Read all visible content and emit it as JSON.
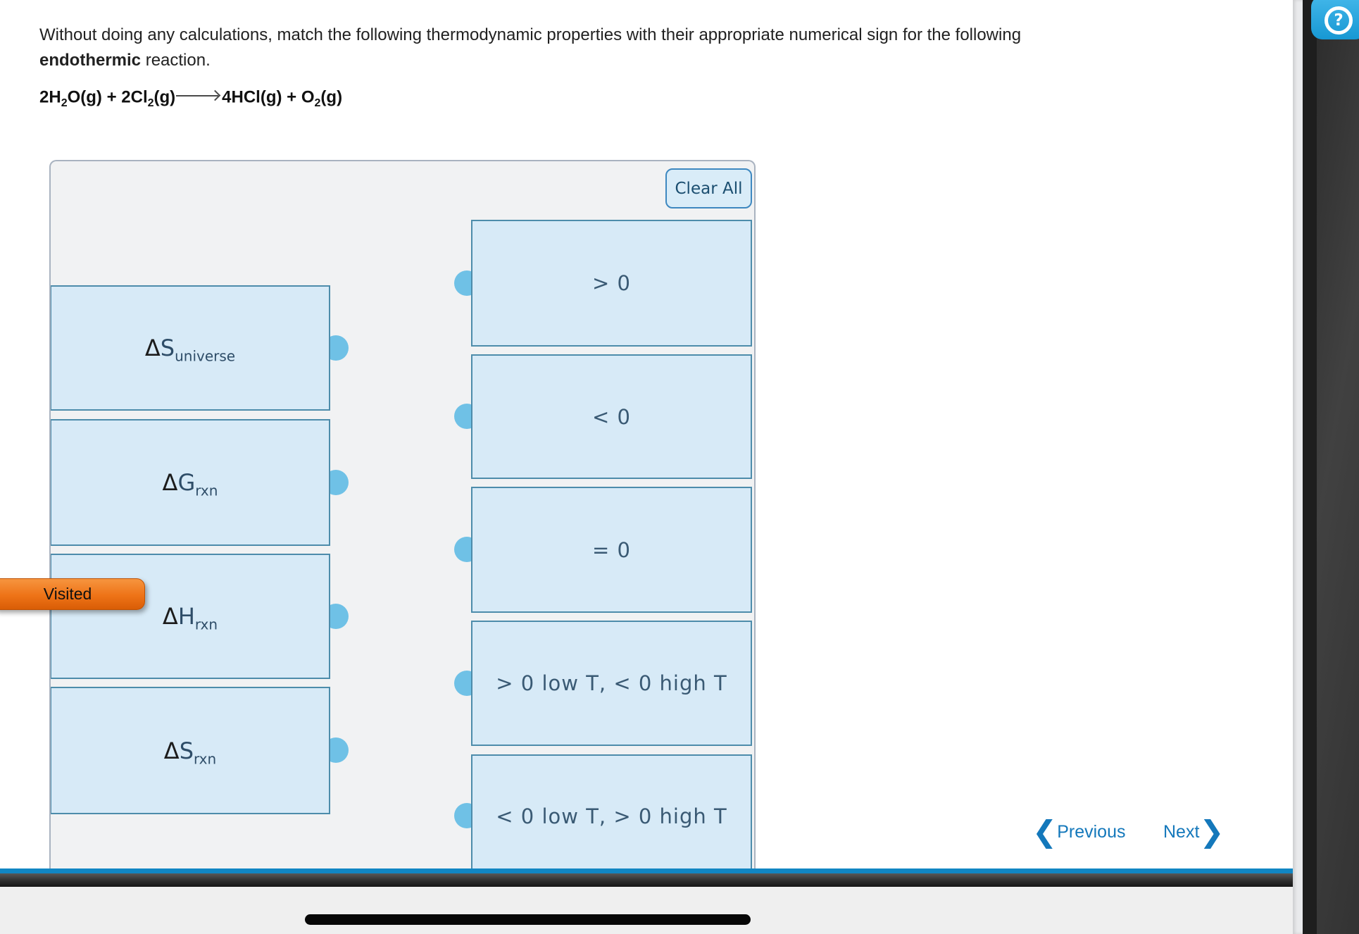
{
  "question": {
    "line1": "Without doing any calculations, match the following thermodynamic properties with their appropriate numerical sign for the following",
    "line2_bold": "endothermic",
    "line2_rest": " reaction."
  },
  "equation": {
    "p1": "2H",
    "s1": "2",
    "p2": "O(g) + 2Cl",
    "s2": "2",
    "p3": "(g)",
    "p4": "4HCl(g) + O",
    "s3": "2",
    "p5": "(g)"
  },
  "matching": {
    "clear_all_label": "Clear All",
    "left_items": [
      {
        "prefix": "Δ",
        "symbol": "S",
        "subscript": "universe"
      },
      {
        "prefix": "Δ",
        "symbol": "G",
        "subscript": "rxn"
      },
      {
        "prefix": "Δ",
        "symbol": "H",
        "subscript": "rxn"
      },
      {
        "prefix": "Δ",
        "symbol": "S",
        "subscript": "rxn"
      }
    ],
    "right_items": [
      {
        "label": "> 0"
      },
      {
        "label": "< 0"
      },
      {
        "label": "= 0"
      },
      {
        "label": "> 0 low T, < 0 high T"
      },
      {
        "label": "< 0 low T, > 0 high T"
      }
    ]
  },
  "badge": {
    "label": "Visited"
  },
  "nav": {
    "previous_label": "Previous",
    "next_label": "Next",
    "prev_chevron": "❮",
    "next_chevron": "❯"
  },
  "help": {
    "icon_glyph": "?"
  },
  "colors": {
    "box_fill": "#d7eaf7",
    "box_border": "#4d8cab",
    "connector_dot": "#6fc1e6",
    "panel_bg": "#f1f2f3",
    "panel_border": "#a9b3c0",
    "clear_all_border": "#3e88c0",
    "visited_orange": "#ee7317",
    "nav_blue": "#1478bb",
    "bottom_blue_line": "#1186c3",
    "help_icon_blue": "#2aabe2",
    "sidebar_dark": "#1e1e1e",
    "sidebar_gray": "#3a3a3a"
  }
}
